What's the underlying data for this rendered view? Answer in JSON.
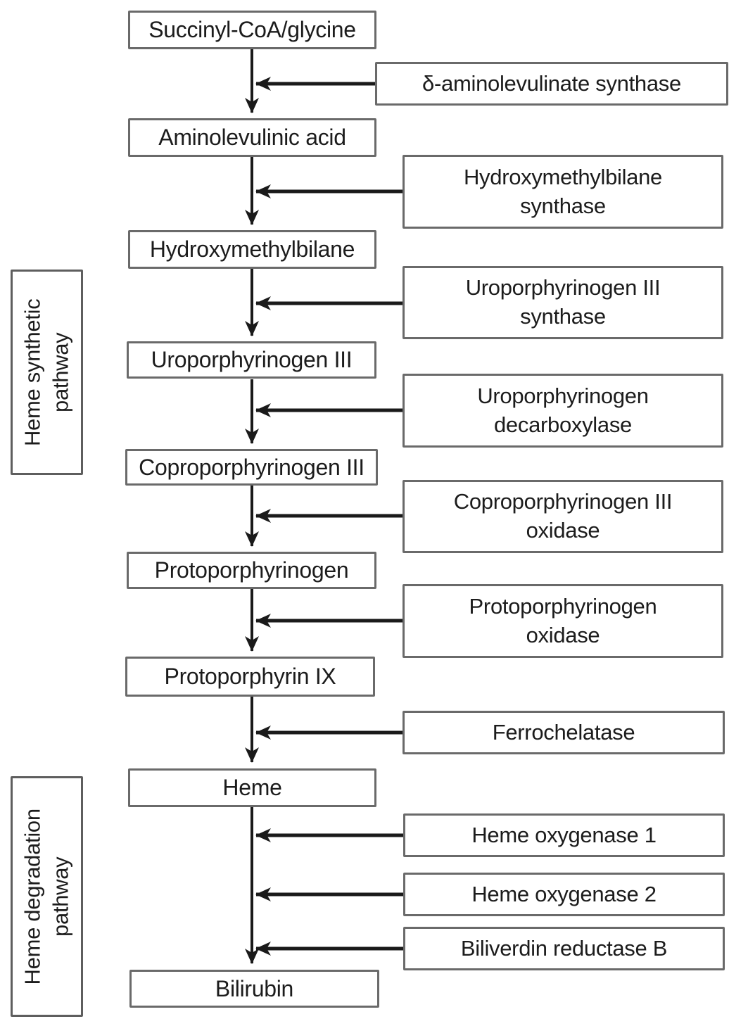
{
  "figure": {
    "description_colors": {
      "background": "#ffffff",
      "box_border": "#6a6a6a",
      "arrow": "#1a1a1a",
      "text": "#1c1c1c"
    },
    "pathway_labels": [
      "Heme synthetic\npathway",
      "Heme degradation\npathway"
    ],
    "metabolites": [
      "Succinyl-CoA/glycine",
      "Aminolevulinic acid",
      "Hydroxymethylbilane",
      "Uroporphyrinogen III",
      "Coproporphyrinogen III",
      "Protoporphyrinogen",
      "Protoporphyrin IX",
      "Heme",
      "Bilirubin"
    ],
    "enzymes": [
      "δ-aminolevulinate synthase",
      "Hydroxymethylbilane\nsynthase",
      "Uroporphyrinogen III\nsynthase",
      "Uroporphyrinogen\ndecarboxylase",
      "Coproporphyrinogen III\noxidase",
      "Protoporphyrinogen\noxidase",
      "Ferrochelatase",
      "Heme oxygenase 1",
      "Heme oxygenase 2",
      "Biliverdin reductase B"
    ]
  }
}
